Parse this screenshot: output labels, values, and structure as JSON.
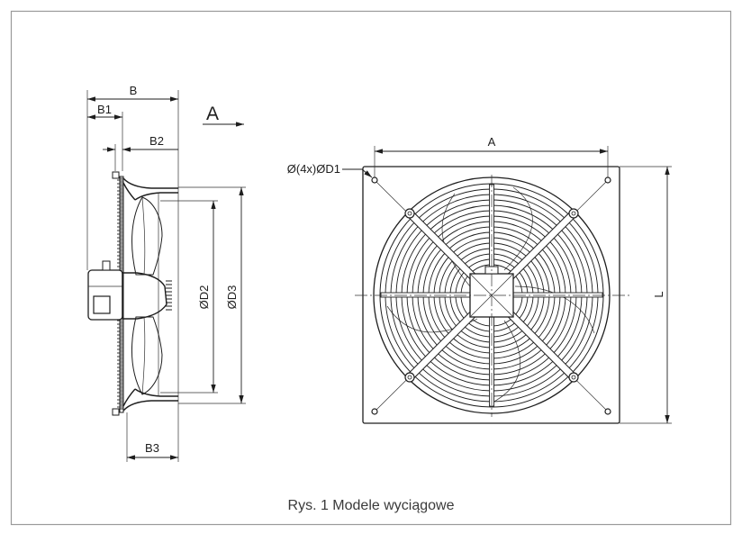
{
  "caption": "Rys. 1 Modele wyciągowe",
  "side_view": {
    "dim_b": "B",
    "dim_b1": "B1",
    "dim_b2": "B2",
    "dim_b3": "B3",
    "dim_d2": "ØD2",
    "dim_d3": "ØD3",
    "view_arrow_label": "A"
  },
  "front_view": {
    "dim_a": "A",
    "dim_d1": "Ø(4x)ØD1",
    "dim_l": "L"
  },
  "colors": {
    "frame": "#9a9a9a",
    "line": "#1e1e1e",
    "caption": "#3a3a3a"
  }
}
